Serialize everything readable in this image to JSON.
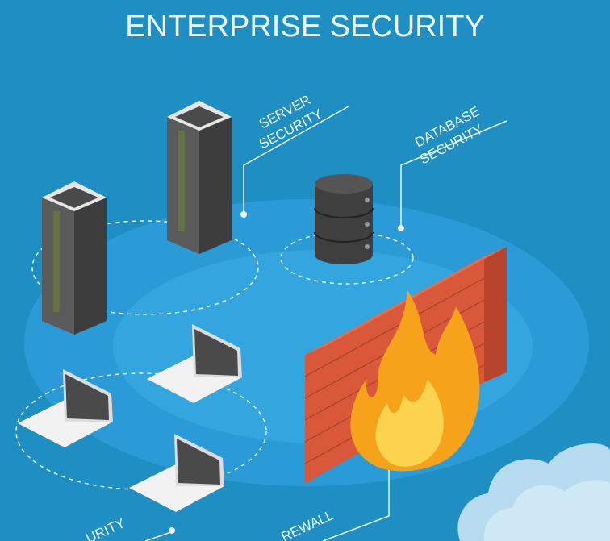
{
  "title": "ENTERPRISE SECURITY",
  "labels": {
    "server_line1": "SERVER",
    "server_line2": "SECURITY",
    "database_line1": "DATABASE",
    "database_line2": "SECURITY",
    "endpoint_partial": "URITY",
    "firewall_partial": "REWALL"
  },
  "colors": {
    "background": "#1f8ec3",
    "platform": "#2a9bd6",
    "brick": "#d9583a",
    "flame": "#f7a21b",
    "server": "#4a4a4a"
  }
}
